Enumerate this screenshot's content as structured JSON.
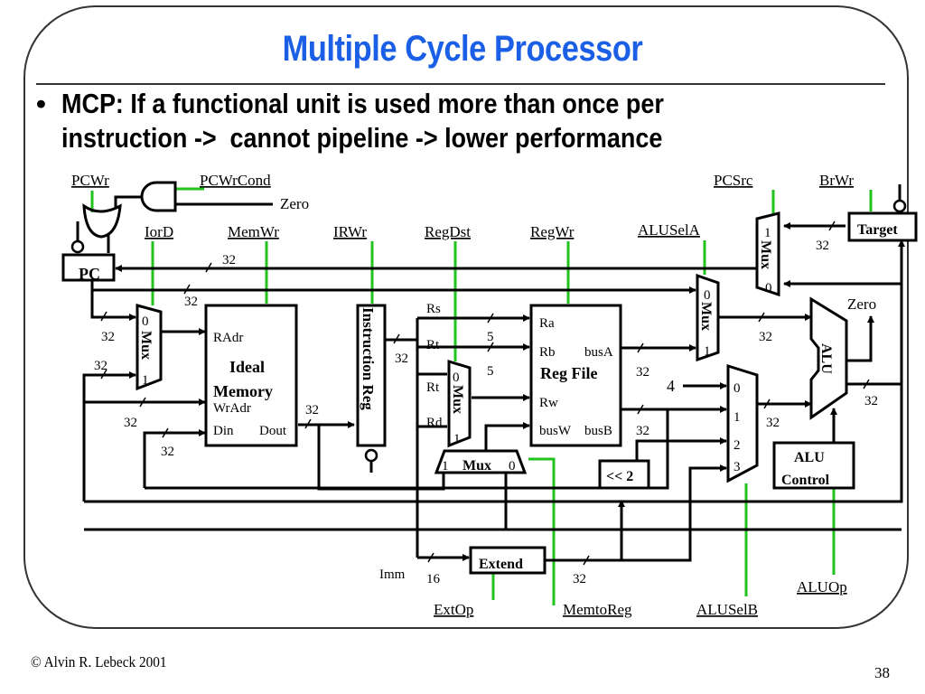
{
  "slide": {
    "title": "Multiple Cycle Processor",
    "bullet_symbol": "•",
    "bullet_line1": "MCP: If a functional unit is used more than once per",
    "bullet_line2": "instruction ->  cannot pipeline -> lower performance",
    "footer_copyright": "© Alvin R. Lebeck 2001",
    "page_number": "38"
  },
  "control_signals": {
    "pcwr": "PCWr",
    "pcwrcond": "PCWrCond",
    "zero_in": "Zero",
    "iord": "IorD",
    "memwr": "MemWr",
    "irwr": "IRWr",
    "regdst": "RegDst",
    "regwr": "RegWr",
    "aluasel": "ALUSelA",
    "pcsrc": "PCSrc",
    "brwr": "BrWr",
    "extop": "ExtOp",
    "memtoreg": "MemtoReg",
    "aluselb": "ALUSelB",
    "aluop": "ALUOp"
  },
  "blocks": {
    "pc": "PC",
    "memory_line1": "Ideal",
    "memory_line2": "Memory",
    "mem_radr": "RAdr",
    "mem_wradr": "WrAdr",
    "mem_din": "Din",
    "mem_dout": "Dout",
    "instruction_reg": "Instruction Reg",
    "regfile": "Reg File",
    "rf_ra": "Ra",
    "rf_rb": "Rb",
    "rf_rw": "Rw",
    "rf_busw": "busW",
    "rf_busa": "busA",
    "rf_busb": "busB",
    "alu": "ALU",
    "alu_zero": "Zero",
    "alu_control_line1": "ALU",
    "alu_control_line2": "Control",
    "target": "Target",
    "extend": "Extend",
    "shift": "<< 2",
    "mux": "Mux",
    "const_four": "4",
    "imm": "Imm",
    "rs": "Rs",
    "rt": "Rt",
    "rt2": "Rt",
    "rd": "Rd"
  },
  "mux_inputs": {
    "zero": "0",
    "one": "1",
    "two": "2",
    "three": "3"
  },
  "bus_widths": {
    "w32": "32",
    "w5": "5",
    "w16": "16"
  }
}
